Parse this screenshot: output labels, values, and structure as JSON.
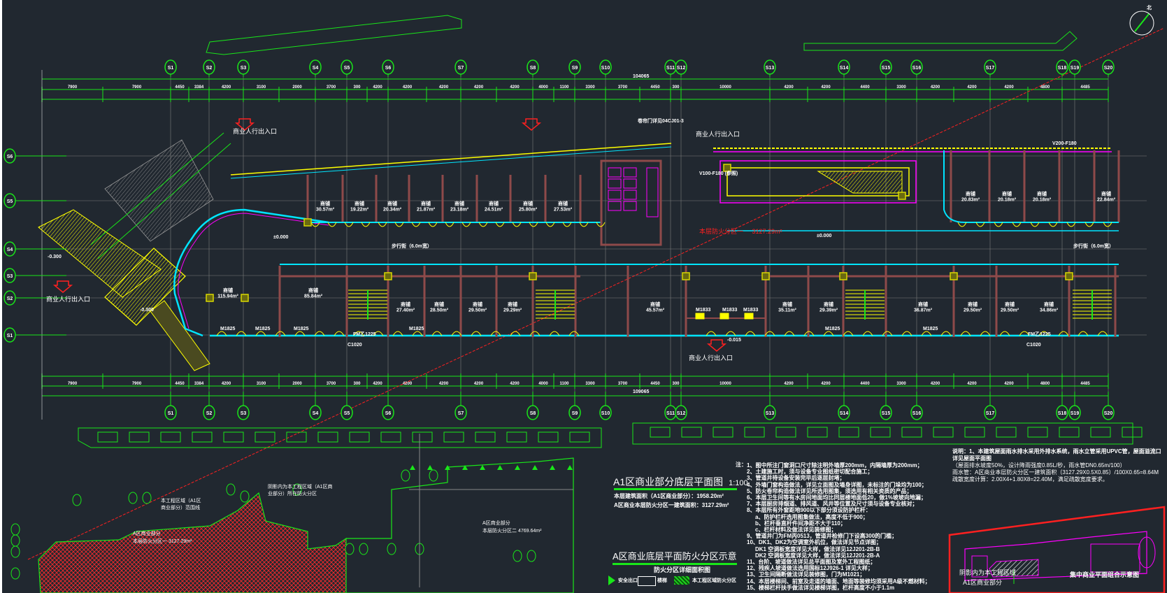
{
  "drawing": {
    "title": "A1区商业部分底层平面图",
    "scale": "1:100",
    "area_note": "本层建筑面积（A1区商业部分）：1958.20m²",
    "fire_area_note": "A区商业本层防火分区一建筑面积：3127.29m²",
    "red_zone_label": "本层防火分区一",
    "red_zone_area": "3127.29m²",
    "total_dimension_top": "104065",
    "total_dimension_bottom": "109065",
    "north_label": "北"
  },
  "axes": {
    "top": [
      "S1",
      "S2",
      "S3",
      "S4",
      "S5",
      "S6",
      "S7",
      "S8",
      "S9",
      "S10",
      "S11",
      "S12",
      "S13",
      "S14",
      "S15",
      "S16",
      "S17",
      "S18",
      "S19",
      "S20"
    ],
    "bottom": [
      "S1",
      "S2",
      "S3",
      "S4",
      "S5",
      "S6",
      "S7",
      "S8",
      "S9",
      "S10",
      "S11",
      "S12",
      "S13",
      "S14",
      "S15",
      "S16",
      "S17",
      "S18",
      "S19",
      "S20"
    ],
    "left": [
      "S6",
      "S5",
      "S4",
      "S3",
      "S2",
      "S1"
    ]
  },
  "dimensions": {
    "top": [
      "7900",
      "7900",
      "4450",
      "3384",
      "4200",
      "3100",
      "2000",
      "3700",
      "300",
      "4200",
      "4200",
      "4200",
      "4200",
      "4200",
      "4000",
      "1100",
      "3300",
      "3700",
      "4450",
      "300",
      "10000",
      "4200",
      "4200",
      "4400",
      "3300",
      "4200",
      "4200",
      "4200",
      "4800",
      "4485"
    ],
    "bottom": [
      "7900",
      "7900",
      "4450",
      "3384",
      "4200",
      "3100",
      "2000",
      "3700",
      "300",
      "4200",
      "4200",
      "4200",
      "4200",
      "4200",
      "4000",
      "1100",
      "3300",
      "3700",
      "4450",
      "300",
      "10000",
      "4200",
      "4200",
      "4400",
      "3300",
      "4200",
      "4200",
      "4200",
      "4800",
      "4485"
    ]
  },
  "rooms": [
    {
      "name": "商铺",
      "area": "115.94m²"
    },
    {
      "name": "商铺",
      "area": "85.84m²"
    },
    {
      "name": "商铺",
      "area": "27.40m²"
    },
    {
      "name": "商铺",
      "area": "28.50m²"
    },
    {
      "name": "商铺",
      "area": "29.50m²"
    },
    {
      "name": "商铺",
      "area": "29.29m²"
    },
    {
      "name": "商铺",
      "area": "45.57m²"
    },
    {
      "name": "商铺",
      "area": "35.11m²"
    },
    {
      "name": "商铺",
      "area": "29.39m²"
    },
    {
      "name": "商铺",
      "area": "36.87m²"
    },
    {
      "name": "商铺",
      "area": "29.50m²"
    },
    {
      "name": "商铺",
      "area": "29.50m²"
    },
    {
      "name": "商铺",
      "area": "34.86m²"
    },
    {
      "name": "商铺",
      "area": "30.57m²"
    },
    {
      "name": "商铺",
      "area": "19.22m²"
    },
    {
      "name": "商铺",
      "area": "20.34m²"
    },
    {
      "name": "商铺",
      "area": "21.87m²"
    },
    {
      "name": "商铺",
      "area": "23.18m²"
    },
    {
      "name": "商铺",
      "area": "24.51m²"
    },
    {
      "name": "商铺",
      "area": "25.80m²"
    },
    {
      "name": "商铺",
      "area": "27.53m²"
    },
    {
      "name": "商铺",
      "area": "20.83m²"
    },
    {
      "name": "商铺",
      "area": "20.18m²"
    },
    {
      "name": "商铺",
      "area": "20.18m²"
    },
    {
      "name": "商铺",
      "area": "22.84m²"
    }
  ],
  "corridor_labels": [
    "步行街（6.0m宽）",
    "步行街（6.0m宽）"
  ],
  "entrances": [
    "商业人行出入口",
    "商业人行出入口",
    "商业人行出入口",
    "商业人行出入口"
  ],
  "levels": [
    "±0.000",
    "-0.300",
    "-0.300",
    "±0.000",
    "-0.015"
  ],
  "door_tags": [
    "M1825",
    "M1825",
    "M1825",
    "M1825",
    "M1825",
    "M1825",
    "M1833",
    "M1833",
    "M1833",
    "FM乙1225",
    "FM乙1225",
    "C1020",
    "C1020"
  ],
  "detail_refs": [
    "卷帘门详见04CJ01-3",
    "V100-F180 (参照)",
    "V200-F180"
  ],
  "notes": {
    "heading": "注：",
    "items": [
      "1、图中所注门窗洞口尺寸除注明外墙厚200mm，内隔墙厚为200mm；",
      "2、土建施工时，须与设备专业图纸密切配合施工；",
      "3、管道井待设备安装完毕后逐层封堵；",
      "4、外墙门窗构造做法，详见立面图及墙身详图，未标注的门垛均为100；",
      "5、防火卷帘构造做法详见所选用图集，须选用有相关资质的产品；",
      "6、本层卫生间等有水房间地面均比同层楼地面低20，做1%坡坡向地漏；",
      "7、本层厨房排烟道、排风道、风井等位置及尺寸须与设备专业核对；",
      "8、本层所有外窗距地900以下部分须设防护栏杆：",
      "a、防护栏杆选用图集做法，高度不低于900；",
      "b、栏杆垂直杆件间净距不大于110；",
      "c、栏杆材料及做法详见装修图；",
      "9、管道井门为FM丙0513，管道井检修门下设高300的门槛；",
      "10、DK1、DK2为空调室外机位，做法详见节点详图；",
      "DK1 空调板宽度详见大样，做法详见12J201-2B-B",
      "DK2 空调板宽度详见大样，做法详见12J201-2B-A",
      "11、台阶、坡道做法详见总平面图及室外工程图纸；",
      "12、残疾人坡道做法选用国标12J926-1 详见大样；",
      "13、卫生间隔断做法详见装修图，门为M1021；",
      "14、本层楼梯间、前室及走道的墙面、地面等装修均须采用A级不燃材料；",
      "15、楼梯栏杆扶手做法详见楼梯详图，栏杆高度不小于1.1m"
    ]
  },
  "drainage": {
    "heading": "说明：",
    "lines": [
      "1、本建筑屋面雨水排水采用外排水系统，雨水立管采用UPVC管，屋面溢流口详见屋面平面图",
      "（屋面排水坡度50%，设计降雨强度0.85L/秒，雨水管DN0.65m/100）",
      "雨水管：A区商业本层防火分区一建筑面积（3127.29X0.5X0.85）/100X0.65=8.64M",
      "疏散宽度计算：2.00X4+1.80X8=22.40M，满足疏散宽度要求。"
    ]
  },
  "fire_zone_diagram": {
    "title": "A区商业底层平面防火分区示意",
    "subtitle": "防火分区详细面积图",
    "zone1": "A区商业部分",
    "zone1_area": "本层防火分区一 3127.29m²",
    "zone2": "A区商业部分",
    "zone2_area": "本层防火分区二 4769.64m²",
    "boundary_note": "本工程区域（A1区商业部分）范围线",
    "shade_note": "阴影内为本工程区域（A1区商业部分）所在防火分区",
    "legend": {
      "exit": "安全出口",
      "stair": "楼梯",
      "zone": "本工程区域防火分区"
    }
  },
  "site_plan": {
    "caption": "阴影内为本工程区域",
    "sub_caption": "A1区商业部分",
    "title": "集中商业平面组合示意图"
  },
  "colors": {
    "background": "#212830",
    "axis": "#19e619",
    "wall": "#8e4a4a",
    "curtain": "#00e5ff",
    "door": "#ffff00",
    "fire_zone": "#ff2020",
    "site": "#ff00ff"
  }
}
